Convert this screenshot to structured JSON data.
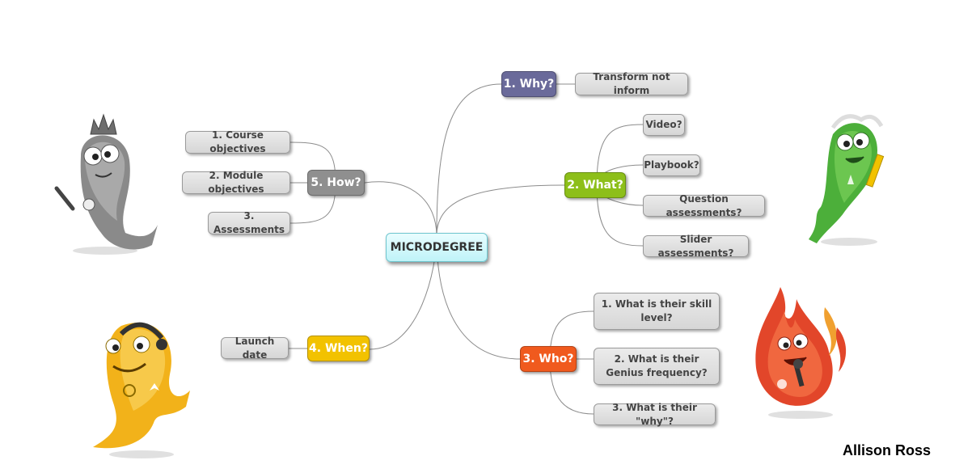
{
  "root": {
    "label": "MICRODEGREE"
  },
  "branches": {
    "why": {
      "label": "1. Why?",
      "color": "#6a6a9a",
      "children": [
        "Transform not inform"
      ]
    },
    "what": {
      "label": "2. What?",
      "color": "#8dbf1a",
      "children": [
        "Video?",
        "Playbook?",
        "Question assessments?",
        "Slider assessments?"
      ]
    },
    "who": {
      "label": "3. Who?",
      "color": "#f05a1e",
      "children": [
        "1. What is their skill level?",
        "2. What is their Genius frequency?",
        "3. What is  their \"why\"?"
      ]
    },
    "when": {
      "label": "4. When?",
      "color": "#f2c200",
      "children": [
        "Launch date"
      ]
    },
    "how": {
      "label": "5. How?",
      "color": "#8f8f8f",
      "children": [
        "1. Course objectives",
        "2. Module objectives",
        "3. Assessments"
      ]
    }
  },
  "characters": [
    {
      "name": "crowned-gray-fish",
      "color": "#8a8a8a"
    },
    {
      "name": "green-fish-with-pencil",
      "color": "#4caf3a"
    },
    {
      "name": "orange-fish-with-headset",
      "color": "#f2b21a"
    },
    {
      "name": "red-flame-with-microphone",
      "color": "#e2462a"
    }
  ],
  "author": "Allison Ross"
}
